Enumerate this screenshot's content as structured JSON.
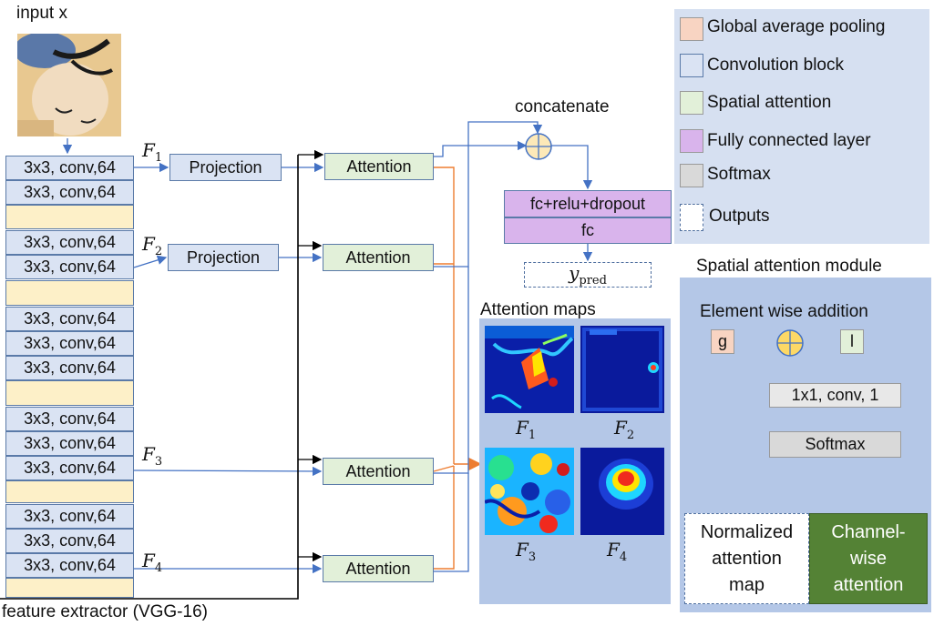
{
  "input_label": "input x",
  "extractor_label": "feature extractor (VGG-16)",
  "conv_label": "3x3, conv,64",
  "feature_labels": [
    {
      "sym": "F",
      "sub": "1"
    },
    {
      "sym": "F",
      "sub": "2"
    },
    {
      "sym": "F",
      "sub": "3"
    },
    {
      "sym": "F",
      "sub": "4"
    }
  ],
  "projection_label": "Projection",
  "attention_label": "Attention",
  "concatenate_label": "concatenate",
  "fc_top_label": "fc+relu+dropout",
  "fc_bottom_label": "fc",
  "ypred": {
    "sym": "y",
    "sub": "pred"
  },
  "attention_maps_title": "Attention maps",
  "legend": {
    "items": [
      {
        "label": "Global average pooling",
        "color": "#f8d4c2"
      },
      {
        "label": "Convolution block",
        "color": "#dae3f3"
      },
      {
        "label": "Spatial attention",
        "color": "#e2f0d9"
      },
      {
        "label": "Fully connected layer",
        "color": "#d9b4ec"
      },
      {
        "label": "Softmax",
        "color": "#d9d9d9"
      },
      {
        "label": "Outputs",
        "color": "#ffffff"
      }
    ]
  },
  "module": {
    "title": "Spatial attention module",
    "addition_label": "Element wise addition",
    "g_label": "g",
    "l_label": "l",
    "conv_label": "1x1, conv, 1",
    "softmax_label": "Softmax",
    "normalized_label": "Normalized attention map",
    "channel_label": "Channel-wise attention"
  },
  "colors": {
    "conv_block": "#dae3f3",
    "pool_block": "#fdf0c8",
    "attention": "#e2f0d9",
    "fc": "#d9b4ec",
    "softmax": "#d9d9d9",
    "channel_attention": "#548235",
    "arrow_blue": "#4472c4",
    "arrow_orange": "#ed7d31"
  }
}
